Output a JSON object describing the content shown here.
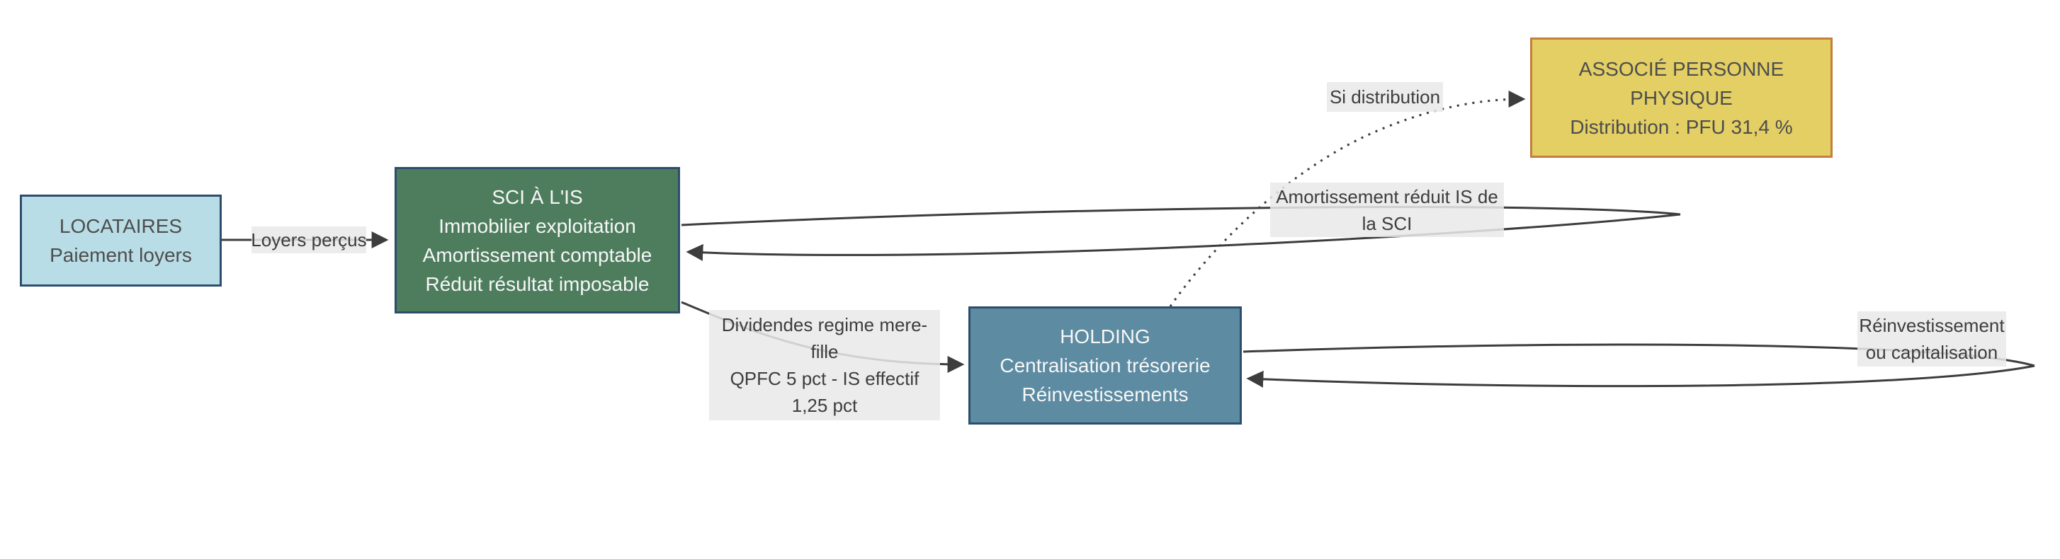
{
  "nodes": {
    "locataires": {
      "title": "LOCATAIRES",
      "line1": "Paiement loyers"
    },
    "sci": {
      "title": "SCI À L'IS",
      "line1": "Immobilier exploitation",
      "line2": "Amortissement comptable",
      "line3": "Réduit résultat imposable"
    },
    "holding": {
      "title": "HOLDING",
      "line1": "Centralisation trésorerie",
      "line2": "Réinvestissements"
    },
    "associe": {
      "title": "ASSOCIÉ PERSONNE PHYSIQUE",
      "line1": "Distribution : PFU 31,4 %"
    }
  },
  "edge_labels": {
    "loyers": [
      "Loyers perçus"
    ],
    "dividendes": [
      "Dividendes regime mere-",
      "fille",
      "QPFC 5 pct - IS effectif",
      "1,25 pct"
    ],
    "amortissement": [
      "Amortissement réduit IS de",
      "la SCI"
    ],
    "si_distribution": [
      "Si distribution"
    ],
    "reinvestissement": [
      "Réinvestissement",
      "ou capitalisation"
    ]
  },
  "colors": {
    "locataires_fill": "#b9dde7",
    "sci_fill": "#4e7d5e",
    "holding_fill": "#5d8ba2",
    "associe_fill": "#e3cf64",
    "node_border_blue": "#2d4d6d",
    "associe_border": "#c57e3c",
    "label_background": "#e9e9e9",
    "edge_stroke": "#3d3d3d",
    "text_light": "#f7f7f7",
    "text_dark": "#4d4d4d"
  }
}
